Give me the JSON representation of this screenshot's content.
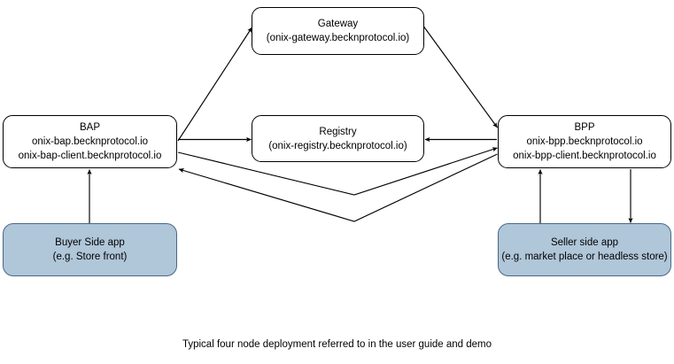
{
  "diagram": {
    "title": "Typical four node deployment referred to in the user guide and demo",
    "caption": "Typical four node deployment referred to in the user guide and demo",
    "colors": {
      "node_fill_white": "#ffffff",
      "node_fill_blue": "#b0c6d9",
      "node_stroke_black": "#000000",
      "node_stroke_blue": "#4a6785",
      "edge_stroke": "#000000",
      "background": "#ffffff"
    },
    "nodes": [
      {
        "id": "gateway",
        "lines": [
          "Gateway",
          "(onix-gateway.becknprotocol.io)"
        ],
        "style": "white"
      },
      {
        "id": "bap",
        "lines": [
          "BAP",
          "onix-bap.becknprotocol.io",
          "onix-bap-client.becknprotocol.io"
        ],
        "style": "white"
      },
      {
        "id": "registry",
        "lines": [
          "Registry",
          "(onix-registry.becknprotocol.io)"
        ],
        "style": "white"
      },
      {
        "id": "bpp",
        "lines": [
          "BPP",
          "onix-bpp.becknprotocol.io",
          "onix-bpp-client.becknprotocol.io"
        ],
        "style": "white"
      },
      {
        "id": "buyer-app",
        "lines": [
          "Buyer Side app",
          "(e.g. Store front)"
        ],
        "style": "blue"
      },
      {
        "id": "seller-app",
        "lines": [
          "Seller side app",
          "(e.g. market place or headless store)"
        ],
        "style": "blue"
      }
    ],
    "edges": [
      {
        "id": "bap-to-gateway",
        "from": "bap",
        "to": "gateway",
        "arrow": "to"
      },
      {
        "id": "gateway-to-bpp",
        "from": "gateway",
        "to": "bpp",
        "arrow": "to"
      },
      {
        "id": "bap-to-registry",
        "from": "bap",
        "to": "registry",
        "arrow": "to"
      },
      {
        "id": "bpp-to-registry",
        "from": "bpp",
        "to": "registry",
        "arrow": "to"
      },
      {
        "id": "bap-to-bpp",
        "from": "bap",
        "to": "bpp",
        "arrow": "to"
      },
      {
        "id": "bpp-to-bap",
        "from": "bpp",
        "to": "bap",
        "arrow": "to"
      },
      {
        "id": "buyer-app-to-bap",
        "from": "buyer-app",
        "to": "bap",
        "arrow": "to"
      },
      {
        "id": "seller-app-to-bpp",
        "from": "seller-app",
        "to": "bpp",
        "arrow": "to"
      },
      {
        "id": "bpp-to-seller-app",
        "from": "bpp",
        "to": "seller-app",
        "arrow": "to"
      }
    ]
  }
}
